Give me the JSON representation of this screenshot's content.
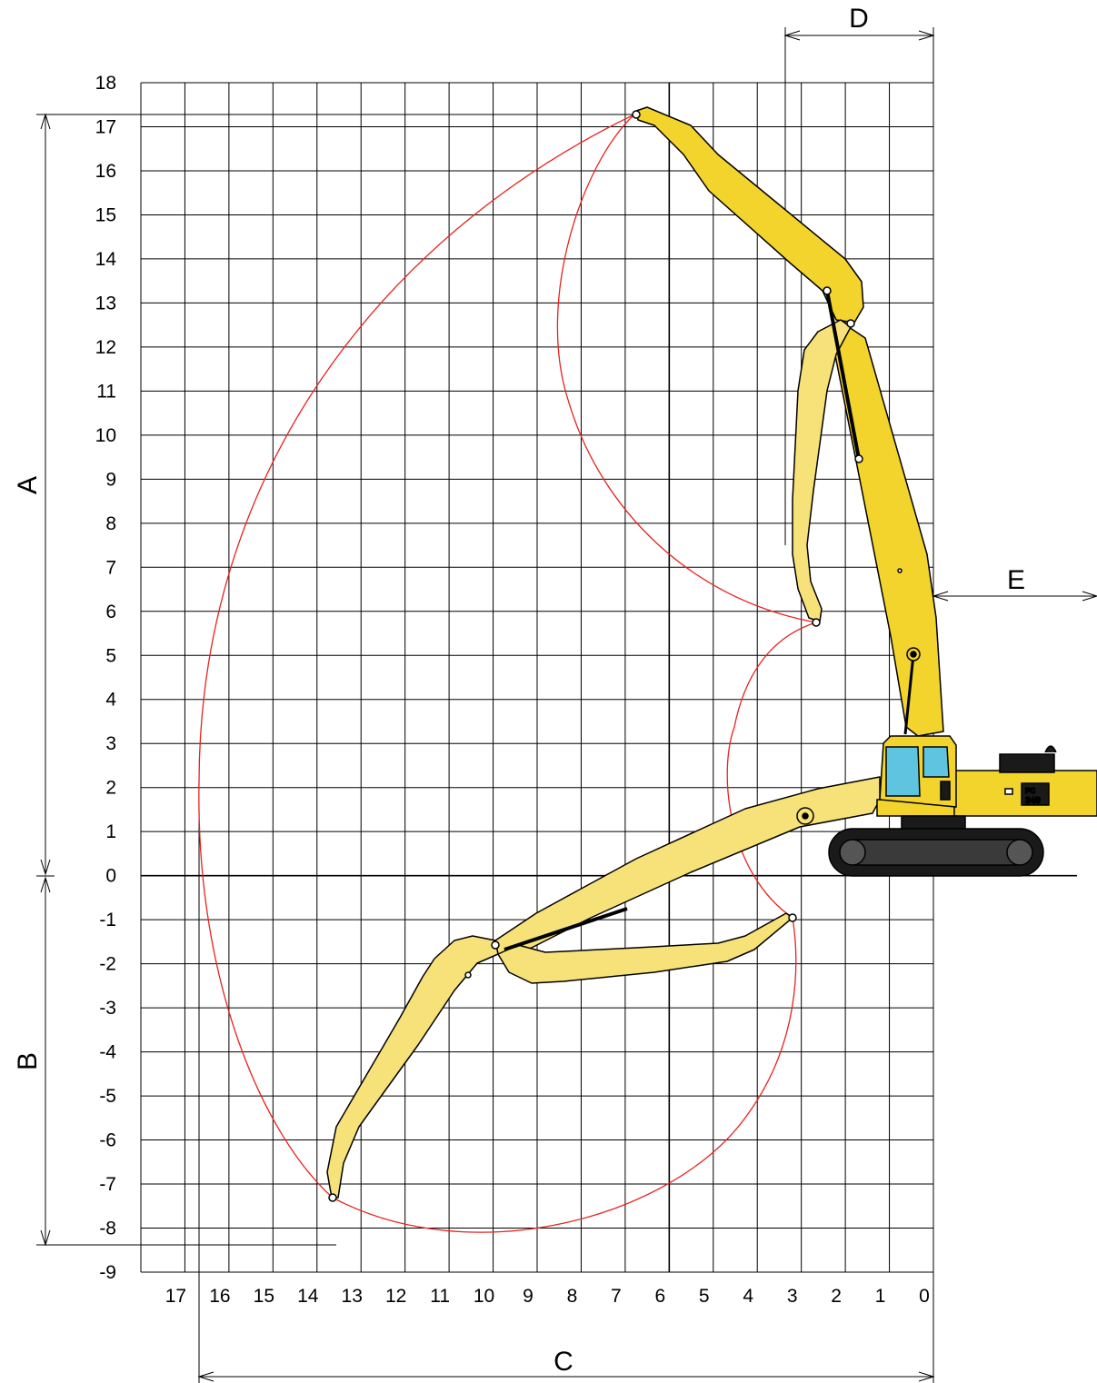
{
  "diagram": {
    "y_tick_labels": [
      "18",
      "17",
      "16",
      "15",
      "14",
      "13",
      "12",
      "11",
      "10",
      "9",
      "8",
      "7",
      "6",
      "5",
      "4",
      "3",
      "2",
      "1",
      "0",
      "-1",
      "-2",
      "-3",
      "-4",
      "-5",
      "-6",
      "-7",
      "-8",
      "-9"
    ],
    "x_tick_labels": [
      "17",
      "16",
      "15",
      "14",
      "13",
      "12",
      "11",
      "10",
      "9",
      "8",
      "7",
      "6",
      "5",
      "4",
      "3",
      "2",
      "1",
      "0"
    ],
    "dimensions": {
      "A": "A",
      "B": "B",
      "C": "C",
      "D": "D",
      "E": "E"
    },
    "machine": {
      "model_badge_top": "PC",
      "model_badge_bottom": "340"
    },
    "colors": {
      "grid": "#000000",
      "envelope": "#e8221e",
      "arm_yellow": "#f2d42c",
      "arm_yellow_light": "#f7e27a",
      "track": "#1a1a1a",
      "cab_glass": "#5fc4e0"
    }
  }
}
